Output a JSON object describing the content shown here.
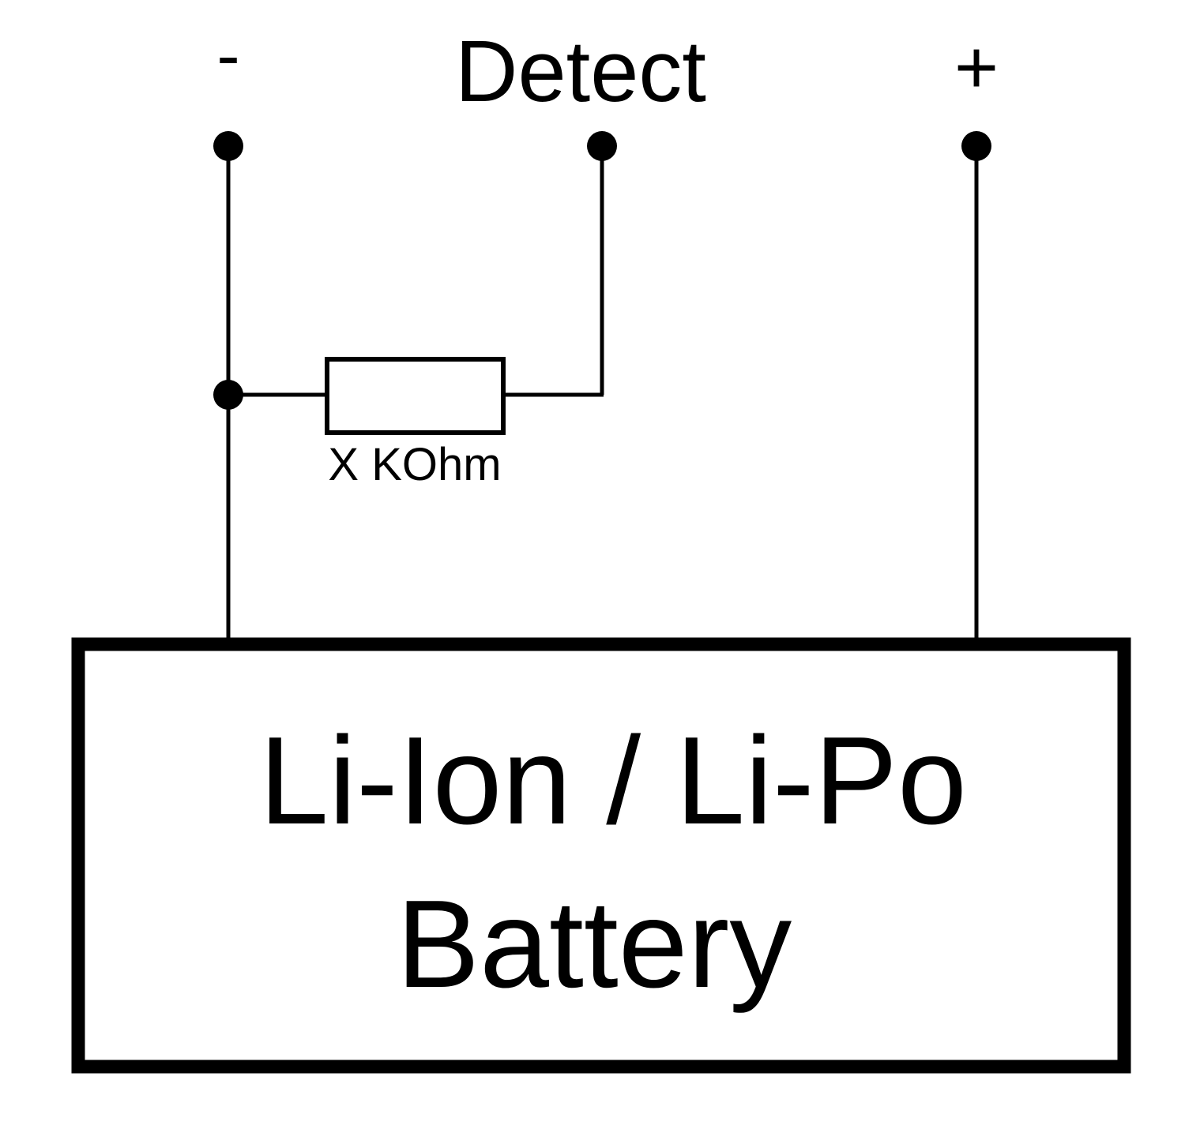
{
  "terminals": {
    "negative_label": "-",
    "detect_label": "Detect",
    "positive_label": "+"
  },
  "resistor": {
    "label": "X KOhm"
  },
  "battery": {
    "line1": "Li-Ion / Li-Po",
    "line2": "Battery"
  },
  "colors": {
    "ink": "#000000",
    "background": "#ffffff"
  }
}
